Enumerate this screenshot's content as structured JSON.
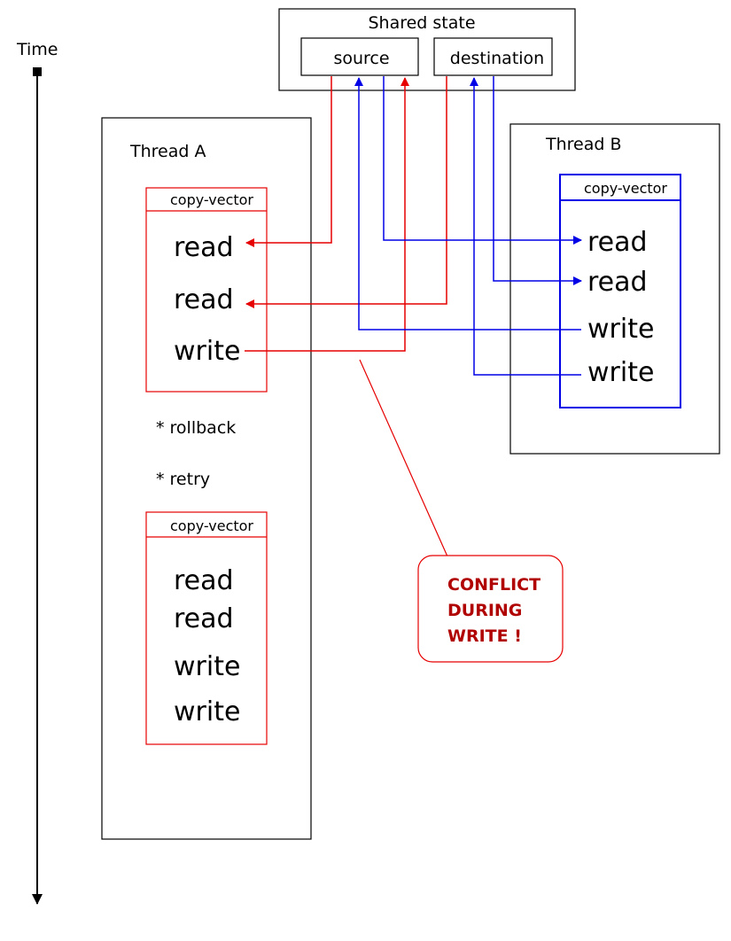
{
  "time_axis": {
    "label": "Time"
  },
  "shared_state": {
    "title": "Shared state",
    "source": "source",
    "destination": "destination"
  },
  "thread_a": {
    "title": "Thread A",
    "block1": {
      "header": "copy-vector",
      "ops": [
        "read",
        "read",
        "write"
      ]
    },
    "notes": [
      "* rollback",
      "* retry"
    ],
    "block2": {
      "header": "copy-vector",
      "ops": [
        "read",
        "read",
        "write",
        "write"
      ]
    }
  },
  "thread_b": {
    "title": "Thread B",
    "block": {
      "header": "copy-vector",
      "ops": [
        "read",
        "read",
        "write",
        "write"
      ]
    }
  },
  "conflict": {
    "lines": [
      "CONFLICT",
      "DURING",
      "WRITE !"
    ]
  },
  "colors": {
    "thread_a": "#e60000",
    "thread_b": "#0000e6",
    "conflict_text": "#b00000",
    "outline": "#000000"
  }
}
